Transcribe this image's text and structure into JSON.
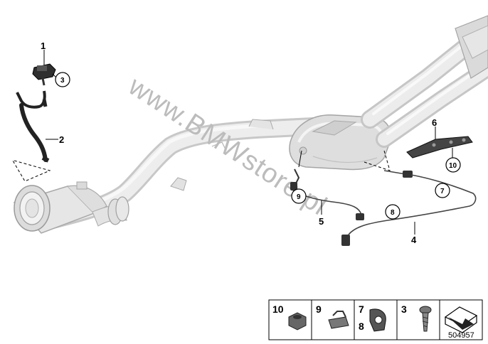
{
  "callouts": {
    "c1": "1",
    "c2": "2",
    "c3": "3",
    "c4": "4",
    "c5": "5",
    "c6": "6",
    "c7": "7",
    "c8": "8",
    "c9": "9",
    "c10": "10"
  },
  "watermark": "www.BMWstore.pl",
  "legend": {
    "items": [
      "10",
      "9",
      "7",
      "8",
      "3"
    ]
  },
  "reference_number": "504957"
}
